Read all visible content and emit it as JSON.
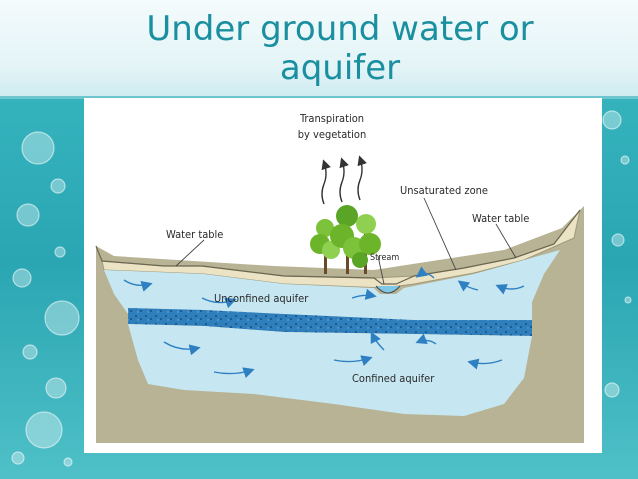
{
  "slide": {
    "title_line1": "Under ground water or",
    "title_line2": "aquifer"
  },
  "diagram": {
    "labels": {
      "transpiration_line1": "Transpiration",
      "transpiration_line2": "by vegetation",
      "unsaturated_zone": "Unsaturated zone",
      "water_table_left": "Water table",
      "water_table_right": "Water table",
      "stream": "Stream",
      "unconfined_aquifer": "Unconfined aquifer",
      "confined_aquifer": "Confined aquifer"
    },
    "colors": {
      "earth": "#b8b394",
      "unsaturated_zone": "#ece2c4",
      "aquifer_water": "#c6e7f2",
      "confining_layer": "#2f7fbd",
      "flow_arrows": "#2f80c2",
      "tree_green": "#6cb52b"
    }
  }
}
